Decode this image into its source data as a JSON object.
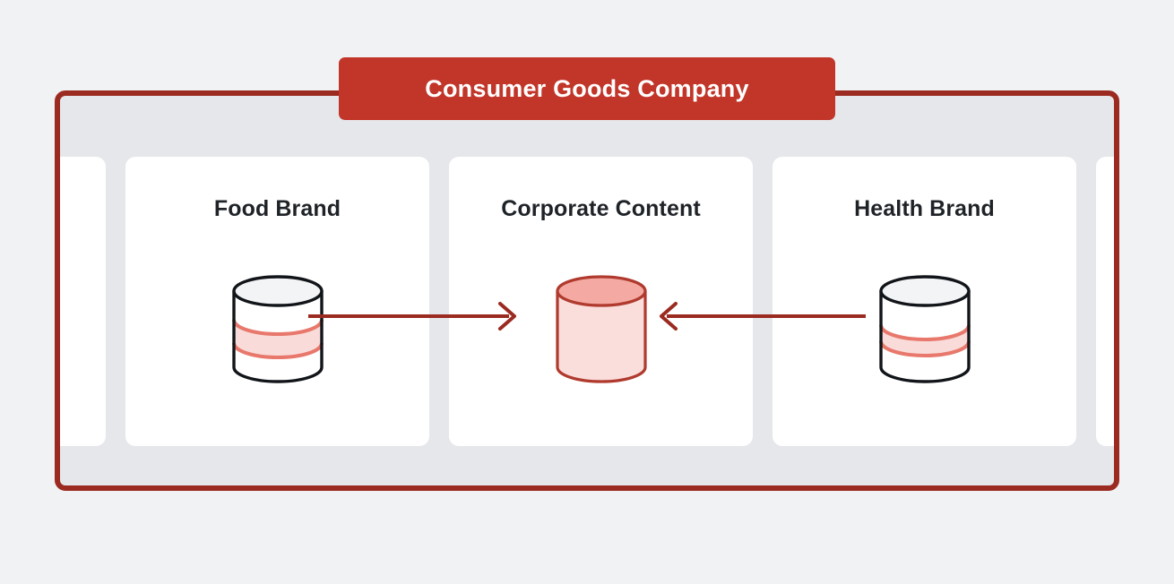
{
  "page": {
    "background_color": "#f1f2f4",
    "container_fill": "#e5e7eb",
    "container_border_color": "#9b2b21",
    "card_fill": "#ffffff"
  },
  "header": {
    "badge_label": "Consumer Goods Company",
    "badge_color": "#c23529",
    "badge_text_color": "#ffffff"
  },
  "cards": [
    {
      "id": "card-partial-left",
      "title": "",
      "partial": true,
      "icon": "database-cylinder-icon",
      "icon_style": "none"
    },
    {
      "id": "card-food-brand",
      "title": "Food Brand",
      "partial": false,
      "icon": "database-cylinder-icon",
      "icon_style": "white-with-red-band",
      "icon_outline_color": "#111418",
      "icon_top_fill": "#f2f4f6",
      "icon_body_fill": "#ffffff",
      "icon_band_fill": "#f9dcda",
      "icon_band_edge": "#e8786c"
    },
    {
      "id": "card-corporate-content",
      "title": "Corporate Content",
      "partial": false,
      "icon": "database-cylinder-icon",
      "icon_style": "filled-red",
      "icon_outline_color": "#b03a2e",
      "icon_top_fill": "#f4aaa2",
      "icon_body_fill": "#fadedc",
      "icon_band_fill": "",
      "icon_band_edge": ""
    },
    {
      "id": "card-health-brand",
      "title": "Health Brand",
      "partial": false,
      "icon": "database-cylinder-icon",
      "icon_style": "white-with-red-band",
      "icon_outline_color": "#111418",
      "icon_top_fill": "#f2f4f6",
      "icon_body_fill": "#ffffff",
      "icon_band_fill": "#f9dcda",
      "icon_band_edge": "#e8786c"
    },
    {
      "id": "card-partial-right",
      "title": "",
      "partial": true,
      "icon": "database-cylinder-icon",
      "icon_style": "none"
    }
  ],
  "arrows": [
    {
      "id": "arrow-food-to-corporate",
      "from": "Food Brand",
      "to": "Corporate Content",
      "direction": "right",
      "color": "#9b2b21"
    },
    {
      "id": "arrow-health-to-corporate",
      "from": "Health Brand",
      "to": "Corporate Content",
      "direction": "left",
      "color": "#9b2b21"
    }
  ]
}
